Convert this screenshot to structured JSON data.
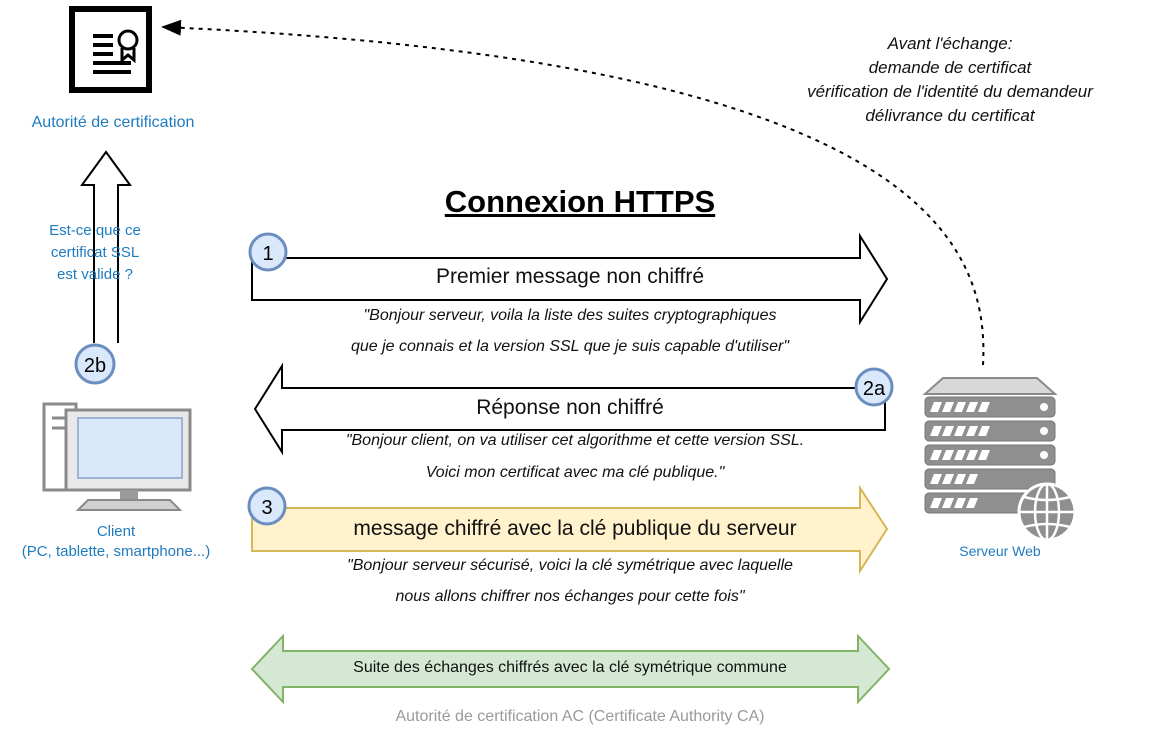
{
  "title": "Connexion HTTPS",
  "ca": {
    "label": "Autorité de certification",
    "question": [
      "Est-ce que ce",
      "certificat SSL",
      "est valide ?"
    ],
    "step": "2b"
  },
  "before_exchange": [
    "Avant l'échange:",
    "demande de certificat",
    "vérification de l'identité du demandeur",
    "délivrance du certificat"
  ],
  "client": {
    "label": [
      "Client",
      "(PC, tablette, smartphone...)"
    ]
  },
  "server": {
    "label": "Serveur Web"
  },
  "steps": [
    {
      "number": "1",
      "title": "Premier message non chiffré",
      "lines": [
        "\"Bonjour serveur, voila la liste des suites cryptographiques",
        "que je connais et la version SSL que je suis capable d'utiliser\""
      ]
    },
    {
      "number": "2a",
      "title": "Réponse non chiffré",
      "lines": [
        "\"Bonjour client, on va utiliser cet algorithme et cette version SSL.",
        "Voici mon certificat avec ma clé publique.\""
      ]
    },
    {
      "number": "3",
      "title": "message chiffré avec la clé publique du serveur",
      "lines": [
        "\"Bonjour serveur sécurisé, voici la clé symétrique avec laquelle",
        "nous allons chiffrer nos échanges pour cette fois\""
      ]
    }
  ],
  "final_exchange": "Suite des échanges chiffrés avec la clé symétrique commune",
  "caption": "Autorité de certification AC (Certificate Authority CA)",
  "colors": {
    "accent_blue": "#1f7bbf",
    "circle_fill": "#dae8fc",
    "circle_stroke": "#6c8ebf",
    "encrypted_fill": "#fff2cc",
    "encrypted_stroke": "#d6b656",
    "symmetric_fill": "#d5e8d4",
    "symmetric_stroke": "#82b366"
  }
}
